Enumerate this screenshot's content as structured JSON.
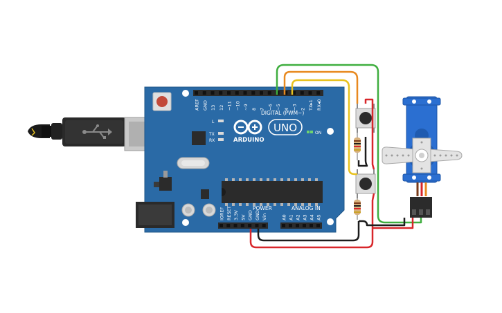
{
  "board": {
    "logo_text": "ARDUINO",
    "model": "UNO",
    "digital_header_label": "DIGITAL (PWM~)",
    "power_label": "POWER",
    "analog_label": "ANALOG IN",
    "on_label": "ON",
    "l_label": "L",
    "tx_label": "TX",
    "rx_label": "RX",
    "top_pins": [
      "AREF",
      "GND",
      "13",
      "12",
      "~11",
      "~10",
      "~9",
      "8",
      "7",
      "~6",
      "~5",
      "4",
      "~3",
      "2",
      "TX▸1",
      "RX◂0"
    ],
    "power_pins": [
      "IOREF",
      "RESET",
      "3.3V",
      "5V",
      "GND",
      "GND",
      "Vin"
    ],
    "analog_pins": [
      "A0",
      "A1",
      "A2",
      "A3",
      "A4",
      "A5"
    ]
  },
  "colors": {
    "board": "#2a6aa6",
    "board_edge": "#1d5487",
    "header": "#2b2b2b",
    "servo": "#2b6fd1",
    "wire_green": "#3fae3f",
    "wire_orange": "#e8891f",
    "wire_yellow": "#e8c21f",
    "wire_red": "#d8262a",
    "wire_black": "#1c1c1c"
  },
  "components": [
    {
      "name": "usb-cable",
      "icon": "usb-icon"
    },
    {
      "name": "pushbutton",
      "count": 2
    },
    {
      "name": "resistor",
      "count": 2
    },
    {
      "name": "servo",
      "count": 1
    }
  ]
}
